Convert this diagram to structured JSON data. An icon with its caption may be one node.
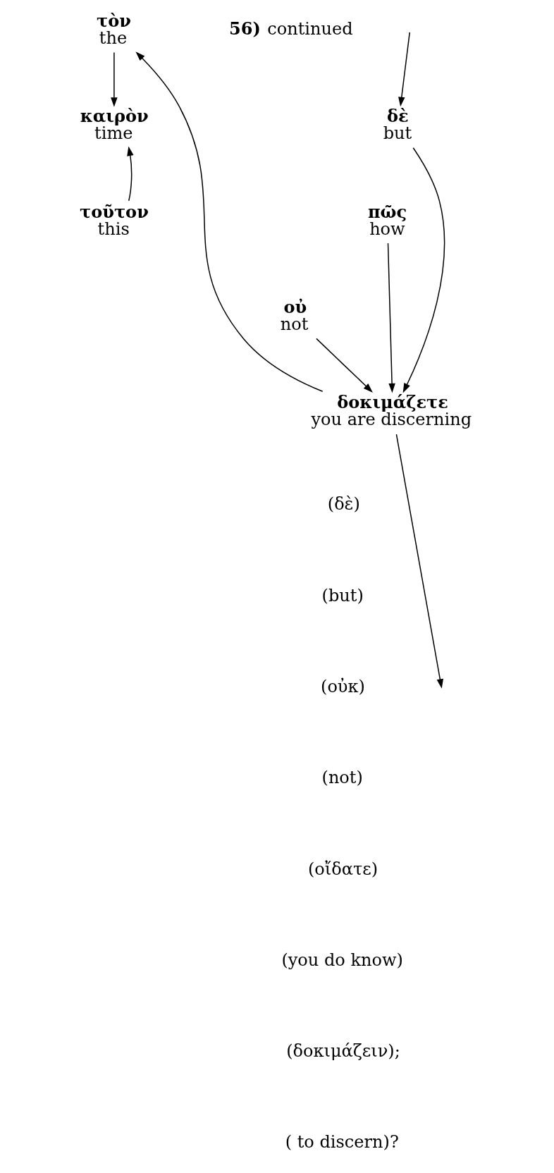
{
  "diagram": {
    "nodes": [
      {
        "text": [
          "τὸν",
          "the"
        ]
      },
      {
        "text": [
          "δὲ",
          "but"
        ]
      },
      {
        "text": [
          "καιρὸν",
          "time"
        ]
      },
      {
        "text": [
          "τοῦτον",
          "this"
        ]
      },
      {
        "text": [
          "πῶς",
          "how"
        ]
      },
      {
        "text": [
          "οὐ",
          "not"
        ]
      },
      {
        "text": [
          "δοκιμάζετε",
          "you are discerning"
        ]
      }
    ],
    "edges": [
      {
        "from": null,
        "to": 1,
        "arrow": "to"
      },
      {
        "from": 1,
        "to": 6,
        "arrow": "to"
      },
      {
        "from": 4,
        "to": 6,
        "arrow": "to"
      },
      {
        "from": 5,
        "to": 6,
        "arrow": "to"
      },
      {
        "from": 6,
        "to": 0,
        "arrow": "to"
      },
      {
        "from": 0,
        "to": 2,
        "arrow": "to"
      },
      {
        "from": 3,
        "to": 2,
        "arrow": "to"
      },
      {
        "from": 6,
        "to": null,
        "arrow": "to"
      }
    ],
    "labels": [
      "**56)** continued",
      "(δὲ)",
      "(but)",
      "(οὐκ)",
      "(not)",
      "(οἴδατε)",
      "(you do know)",
      "(δοκιμάζειν);",
      "( to discern)?"
    ]
  }
}
